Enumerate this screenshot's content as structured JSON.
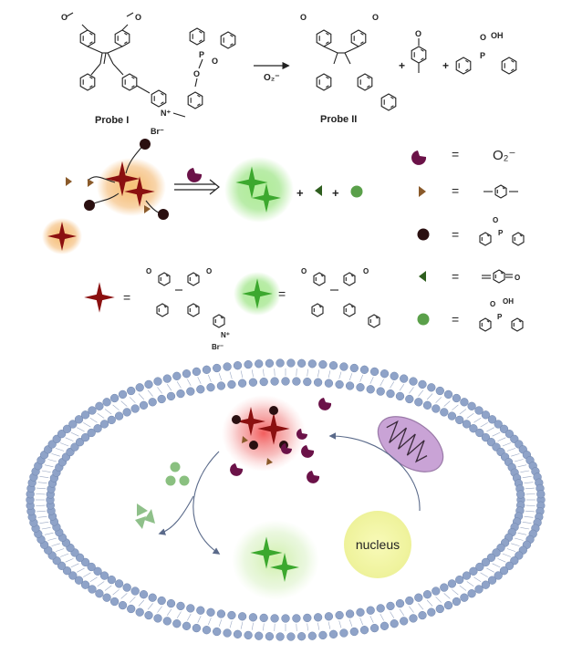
{
  "scheme": {
    "reactant_label": "Probe I",
    "product_label": "Probe II",
    "arrow_reagent": "O₂⁻",
    "plus": "+",
    "counter_ion": "Br⁻",
    "pyridinium_n": "N⁺",
    "phosphorus": "P",
    "oxygen": "O",
    "hydroxyl": "OH"
  },
  "legend": {
    "equals": "=",
    "superoxide": "O₂⁻"
  },
  "cell": {
    "nucleus_label": "nucleus"
  },
  "colors": {
    "probe_red": "#8b1010",
    "probe_glow": "#f0a040",
    "product_green": "#3ca82e",
    "green_glow": "#8ce070",
    "superoxide": "#6b1248",
    "triangle": "#8a5a2a",
    "circle_dark": "#2a0f10",
    "triangle_green": "#2e5e1e",
    "circle_green": "#5aa04a",
    "membrane": "#8fa3c8",
    "mitochondria": "#c9a3d6",
    "nucleus": "#f4f7a8",
    "red_cloud": "#f06060"
  },
  "icons": [
    "superoxide-icon",
    "triangle-linker-icon",
    "dark-circle-icon",
    "green-triangle-icon",
    "green-circle-icon",
    "red-star-icon",
    "green-star-icon",
    "mitochondria-icon",
    "nucleus-icon"
  ]
}
